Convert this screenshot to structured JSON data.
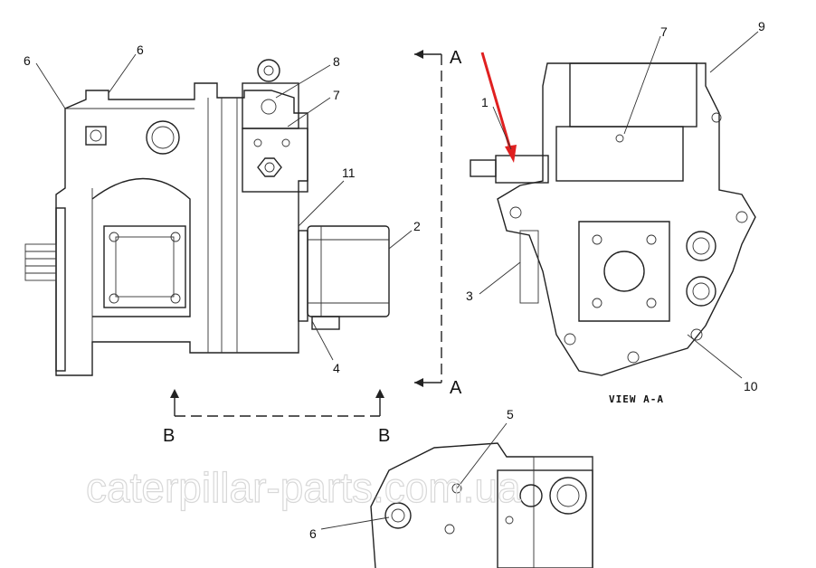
{
  "callouts": {
    "left_6a": "6",
    "left_6b": "6",
    "left_8": "8",
    "left_7": "7",
    "left_11": "11",
    "left_2": "2",
    "left_4": "4",
    "right_1": "1",
    "right_7": "7",
    "right_9": "9",
    "right_3": "3",
    "right_10": "10",
    "bottom_5": "5",
    "bottom_6": "6"
  },
  "section_marks": {
    "a_top": "A",
    "a_bottom": "A",
    "b_left": "B",
    "b_right": "B"
  },
  "view_label": "VIEW A-A",
  "watermark": "caterpillar-parts.com.ua",
  "colors": {
    "arrow": "#e02020",
    "line": "#222222",
    "watermark": "#d8d8d8"
  }
}
